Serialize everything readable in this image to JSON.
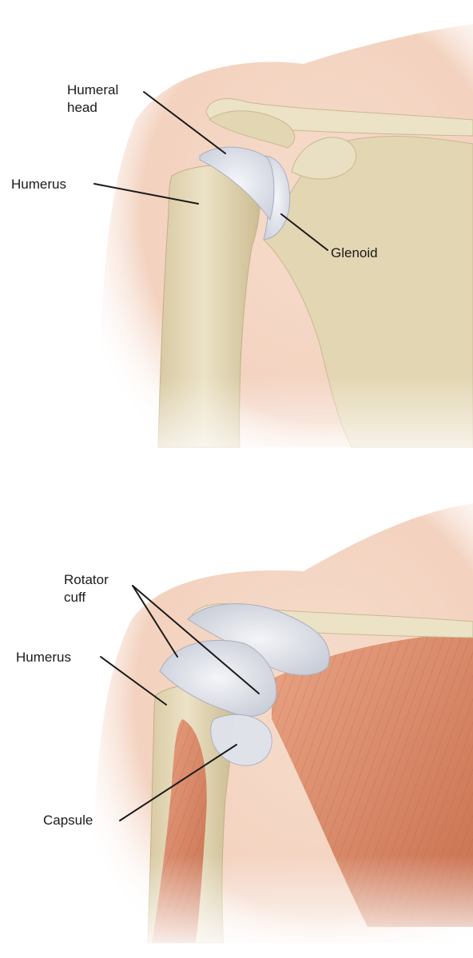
{
  "top_figure": {
    "labels": {
      "humeral_head_line1": "Humeral",
      "humeral_head_line2": "head",
      "humerus": "Humerus",
      "glenoid": "Glenoid"
    }
  },
  "bottom_figure": {
    "labels": {
      "rotator_cuff_line1": "Rotator",
      "rotator_cuff_line2": "cuff",
      "humerus": "Humerus",
      "capsule": "Capsule"
    }
  },
  "colors": {
    "skin": "#f3d6c4",
    "bone": "#e8dcbc",
    "bone_shadow": "#cdbd93",
    "cartilage": "#e6e8ef",
    "muscle": "#d98a68",
    "text": "#1a1a1a"
  }
}
